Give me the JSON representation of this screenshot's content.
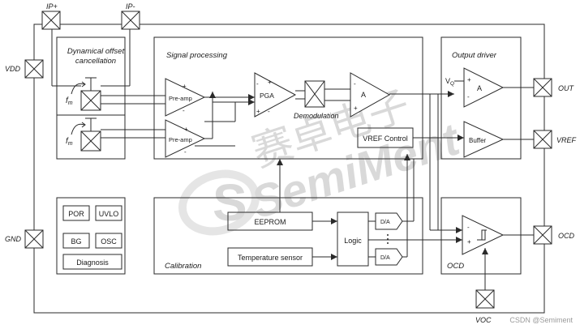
{
  "pins": {
    "ip_plus": "IP+",
    "ip_minus": "IP-",
    "vdd": "VDD",
    "gnd": "GND",
    "out": "OUT",
    "vref": "VREF",
    "ocd": "OCD",
    "voc": "VOC"
  },
  "blocks": {
    "offset_title_1": "Dynamical offset",
    "offset_title_2": "cancellation",
    "fm_label": "f",
    "fm_sub": "m",
    "signal_processing": "Signal processing",
    "preamp": "Pre-amp",
    "pga": "PGA",
    "demodulation": "Demodulation",
    "amp_a": "A",
    "vref_control": "VREF Control",
    "output_driver": "Output driver",
    "vq": "V",
    "vq_sub": "Q",
    "buffer": "Buffer",
    "calibration": "Calibration",
    "eeprom": "EEPROM",
    "temp_sensor": "Temperature sensor",
    "logic": "Logic",
    "da": "D/A",
    "ocd_block": "OCD",
    "por": "POR",
    "uvlo": "UVLO",
    "bg": "BG",
    "osc": "OSC",
    "diagnosis": "Diagnosis",
    "plus": "+",
    "minus": "-"
  },
  "watermark": {
    "cn": "赛卓电子",
    "brand": "SemiMent",
    "credit": "CSDN @Semiment"
  }
}
